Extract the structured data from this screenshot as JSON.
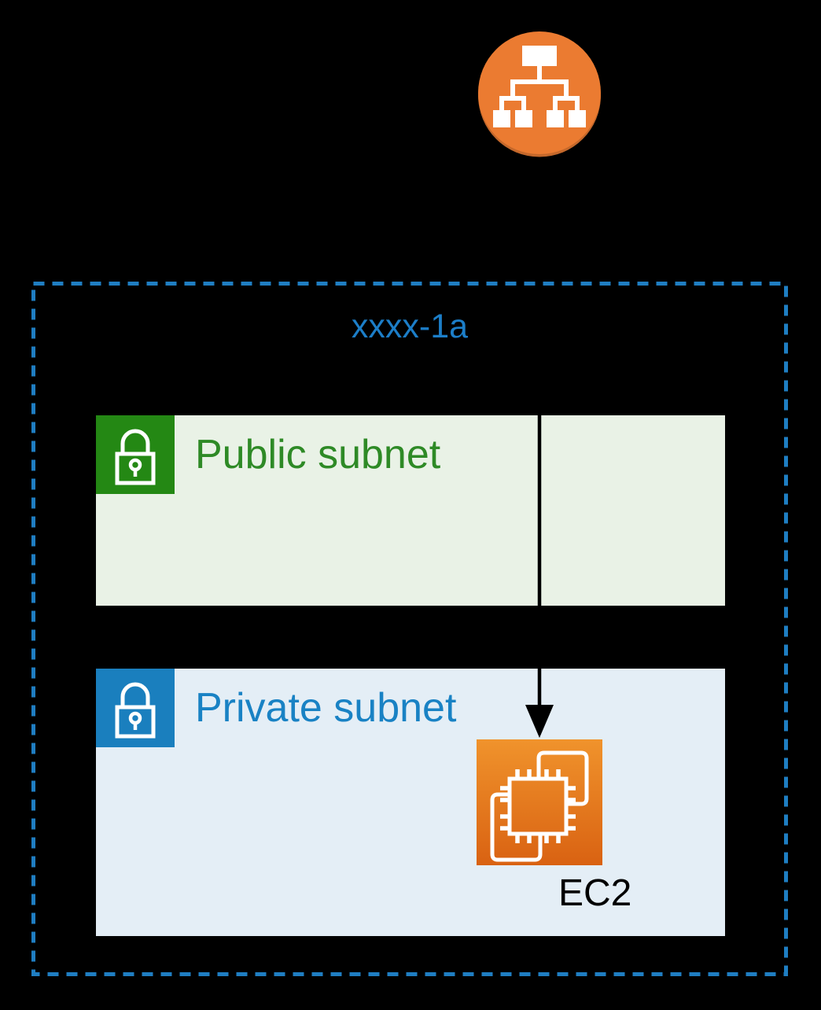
{
  "availability_zone": {
    "label": "xxxx-1a",
    "label_color": "#1C7EC8",
    "border_color": "#1F7EC2",
    "border_style": "dashed"
  },
  "load_balancer": {
    "icon": "elastic-load-balancing-icon",
    "circle_color": "#EB7B31",
    "shadow_color": "#C4682B",
    "glyph_color": "#FFFFFF"
  },
  "public_subnet": {
    "label": "Public subnet",
    "label_color": "#2E8A26",
    "fill_color": "#E9F2E6",
    "icon": "lock-icon",
    "icon_color": "#248814"
  },
  "private_subnet": {
    "label": "Private subnet",
    "label_color": "#1982C4",
    "fill_color": "#E4EEF6",
    "icon": "lock-icon",
    "icon_color": "#1A7FBE"
  },
  "ec2": {
    "label": "EC2",
    "label_color": "#000000",
    "icon": "ec2-instance-icon",
    "gradient_top": "#F0932C",
    "gradient_bottom": "#D96212"
  },
  "connector": {
    "from": "load-balancer",
    "to": "ec2",
    "color": "#000000",
    "style": "straight-arrow-down"
  }
}
